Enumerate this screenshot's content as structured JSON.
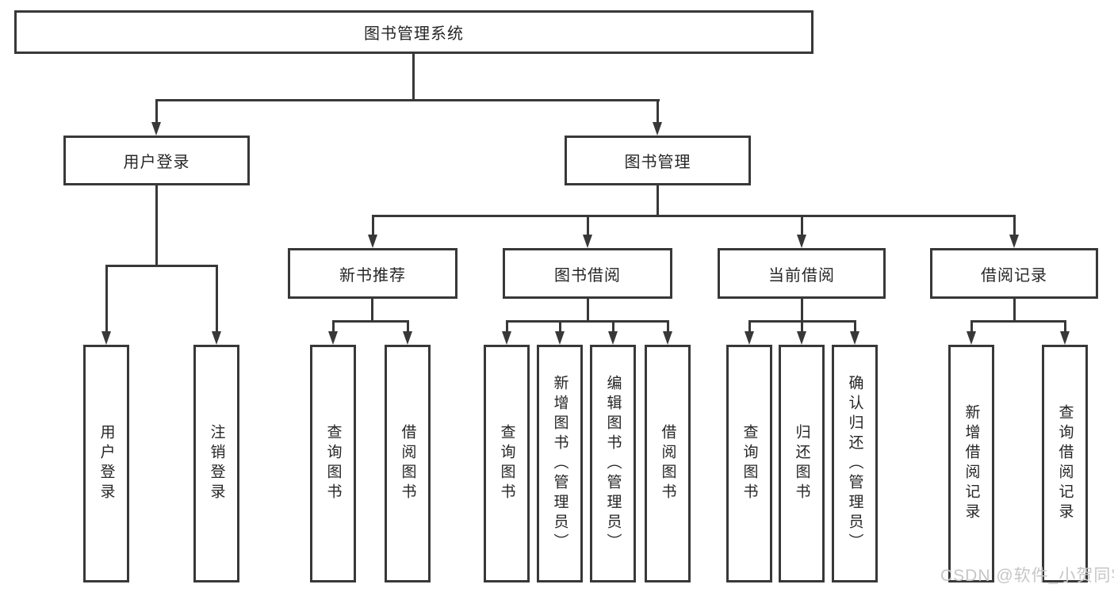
{
  "diagram_title": "图书管理系统",
  "nodes": {
    "root": {
      "label": "图书管理系统"
    },
    "level2": [
      {
        "label": "用户登录"
      },
      {
        "label": "图书管理"
      }
    ],
    "level3": [
      {
        "label": "新书推荐"
      },
      {
        "label": "图书借阅"
      },
      {
        "label": "当前借阅"
      },
      {
        "label": "借阅记录"
      }
    ],
    "leaves": {
      "user_login": [
        {
          "label": "用户登录"
        },
        {
          "label": "注销登录"
        }
      ],
      "new_book": [
        {
          "label": "查询图书"
        },
        {
          "label": "借阅图书"
        }
      ],
      "book_borrow": [
        {
          "label": "查询图书"
        },
        {
          "label": "新增图书（管理员）"
        },
        {
          "label": "编辑图书（管理员）"
        },
        {
          "label": "借阅图书"
        }
      ],
      "current_borrow": [
        {
          "label": "查询图书"
        },
        {
          "label": "归还图书"
        },
        {
          "label": "确认归还（管理员）"
        }
      ],
      "borrow_record": [
        {
          "label": "新增借阅记录"
        },
        {
          "label": "查询借阅记录"
        }
      ]
    }
  },
  "watermark": "CSDN @软件_小贺同学",
  "colors": {
    "line": "#383838",
    "text": "#262626",
    "watermark": "#c6c6c6",
    "background": "#ffffff"
  }
}
